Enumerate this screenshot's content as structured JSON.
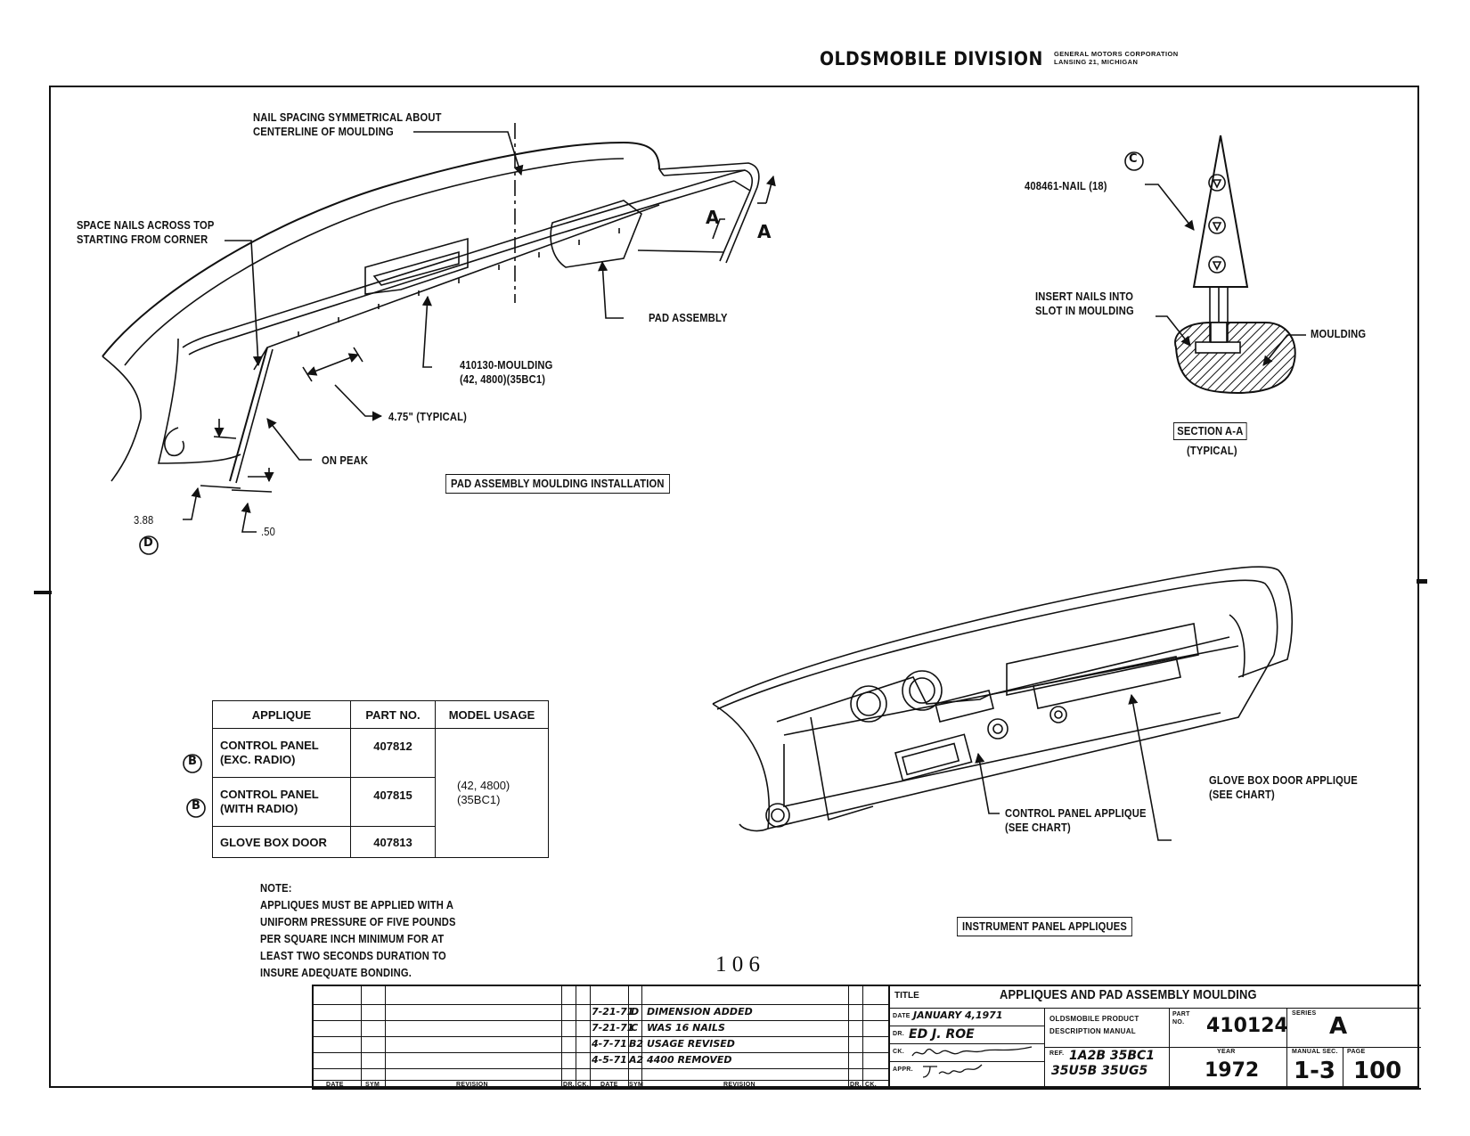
{
  "header": {
    "division": "OLDSMOBILE DIVISION",
    "corp_line1": "GENERAL MOTORS CORPORATION",
    "corp_line2": "LANSING 21, MICHIGAN"
  },
  "top_diagram": {
    "label_nail_spacing": "NAIL SPACING SYMMETRICAL ABOUT\nCENTERLINE OF MOULDING",
    "label_space_nails": "SPACE NAILS ACROSS TOP\nSTARTING FROM CORNER",
    "label_pad_assembly": "PAD ASSEMBLY",
    "label_moulding": "410130-MOULDING\n(42, 4800)(35BC1)",
    "label_spacing": "4.75\" (TYPICAL)",
    "label_on_peak": "ON PEAK",
    "dim_left": "3.88",
    "dim_right": ".50",
    "section_mark_left": "A",
    "section_mark_right": "A",
    "note_marker": "D",
    "caption": "PAD ASSEMBLY MOULDING INSTALLATION"
  },
  "section_view": {
    "note_marker": "C",
    "label_nail": "408461-NAIL (18)",
    "label_insert": "INSERT NAILS INTO\nSLOT IN MOULDING",
    "label_moulding": "MOULDING",
    "caption": "SECTION A-A",
    "caption_sub": "(TYPICAL)"
  },
  "applique_table": {
    "headers": [
      "APPLIQUE",
      "PART NO.",
      "MODEL USAGE"
    ],
    "rows": [
      {
        "marker": "B",
        "applique": "CONTROL PANEL\n(EXC. RADIO)",
        "part_no": "407812"
      },
      {
        "marker": "B",
        "applique": "CONTROL PANEL\n(WITH RADIO)",
        "part_no": "407815"
      },
      {
        "marker": "",
        "applique": "GLOVE BOX DOOR",
        "part_no": "407813"
      }
    ],
    "model_usage": "(42, 4800)\n(35BC1)"
  },
  "note": {
    "title": "NOTE:",
    "text": "APPLIQUES MUST BE APPLIED WITH A\nUNIFORM PRESSURE OF FIVE POUNDS\nPER SQUARE INCH MINIMUM FOR AT\nLEAST TWO SECONDS DURATION TO\nINSURE ADEQUATE BONDING."
  },
  "bottom_diagram": {
    "label_glove": "GLOVE BOX DOOR APPLIQUE\n(SEE CHART)",
    "label_control": "CONTROL PANEL APPLIQUE\n(SEE CHART)",
    "caption": "INSTRUMENT PANEL APPLIQUES"
  },
  "page_stamp": "1 0 6",
  "revisions": [
    {
      "date": "7-21-71",
      "sym": "D",
      "revision": "DIMENSION ADDED"
    },
    {
      "date": "7-21-71",
      "sym": "C",
      "revision": "WAS 16 NAILS"
    },
    {
      "date": "4-7-71",
      "sym": "B2",
      "revision": "USAGE REVISED"
    },
    {
      "date": "4-5-71",
      "sym": "A2",
      "revision": "4400 REMOVED"
    }
  ],
  "revision_headers": {
    "date": "DATE",
    "sym": "SYM",
    "revision": "REVISION",
    "dr": "DR.",
    "ck": "CK."
  },
  "title_block": {
    "title_label": "TITLE",
    "title": "APPLIQUES AND PAD ASSEMBLY MOULDING",
    "date_label": "DATE",
    "date_value": "JANUARY 4,1971",
    "dr_label": "DR.",
    "dr_value": "ED J. ROE",
    "ck_label": "CK.",
    "appr_label": "APPR.",
    "manual_line1": "OLDSMOBILE PRODUCT",
    "manual_line2": "DESCRIPTION MANUAL",
    "part_label": "PART\nNO.",
    "part_no": "410124",
    "series_label": "SERIES",
    "series": "A",
    "ref_label": "REF.",
    "ref_value": "1A2B 35BC1\n35U5B 35UG5",
    "year_label": "YEAR",
    "year": "1972",
    "section_label": "MANUAL SEC.",
    "section": "1-3",
    "page_label": "PAGE",
    "page": "100"
  }
}
